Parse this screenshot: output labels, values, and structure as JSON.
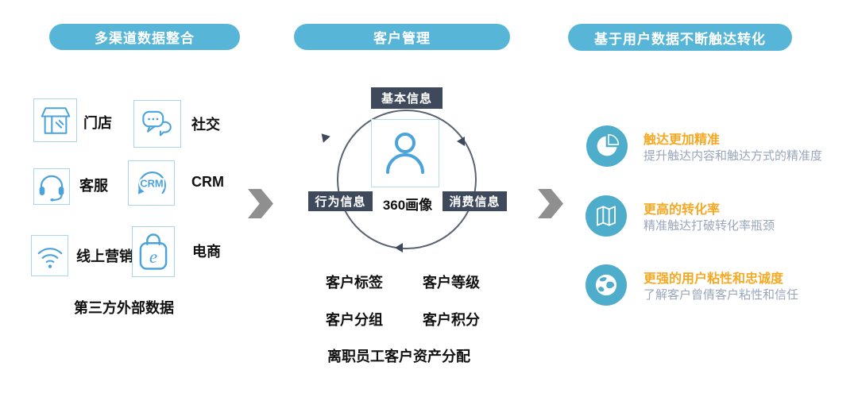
{
  "colors": {
    "header_pill_blue": "#57b6d8",
    "icon_stroke_blue": "#4ba3dc",
    "icon_box_border": "#a9d6ee",
    "dark_label_navy": "#3e4a5b",
    "benefit_icon_bg": "#4fadcc",
    "benefit_title_orange": "#f7a823",
    "benefit_desc_gray": "#9aa6bc",
    "chevron_gray": "#8f8f8f",
    "hub_circle_stroke": "#5a6372"
  },
  "left": {
    "header": "多渠道数据整合",
    "channels": [
      {
        "label": "门店",
        "icon": "store-icon"
      },
      {
        "label": "社交",
        "icon": "social-chat-icon"
      },
      {
        "label": "客服",
        "icon": "headset-icon"
      },
      {
        "label": "CRM",
        "icon": "crm-icon"
      },
      {
        "label": "线上营销",
        "icon": "wifi-icon"
      },
      {
        "label": "电商",
        "icon": "ecommerce-bag-icon"
      }
    ],
    "footnote": "第三方外部数据"
  },
  "center": {
    "header": "客户管理",
    "hub": {
      "top_label": "基本信息",
      "left_label": "行为信息",
      "center_label": "360画像",
      "right_label": "消费信息",
      "icon": "person-icon"
    },
    "features": [
      "客户标签",
      "客户等级",
      "客户分组",
      "客户积分"
    ],
    "feature_wide": "离职员工客户资产分配"
  },
  "right": {
    "header": "基于用户数据不断触达转化",
    "benefits": [
      {
        "icon": "pie-chart-icon",
        "title": "触达更加精准",
        "desc": "提升触达内容和触达方式的精准度"
      },
      {
        "icon": "map-icon",
        "title": "更高的转化率",
        "desc": "精准触达打破转化率瓶颈"
      },
      {
        "icon": "globe-icon",
        "title": "更强的用户粘性和忠诚度",
        "desc": "了解客户曾倩客户粘性和信任"
      }
    ]
  }
}
